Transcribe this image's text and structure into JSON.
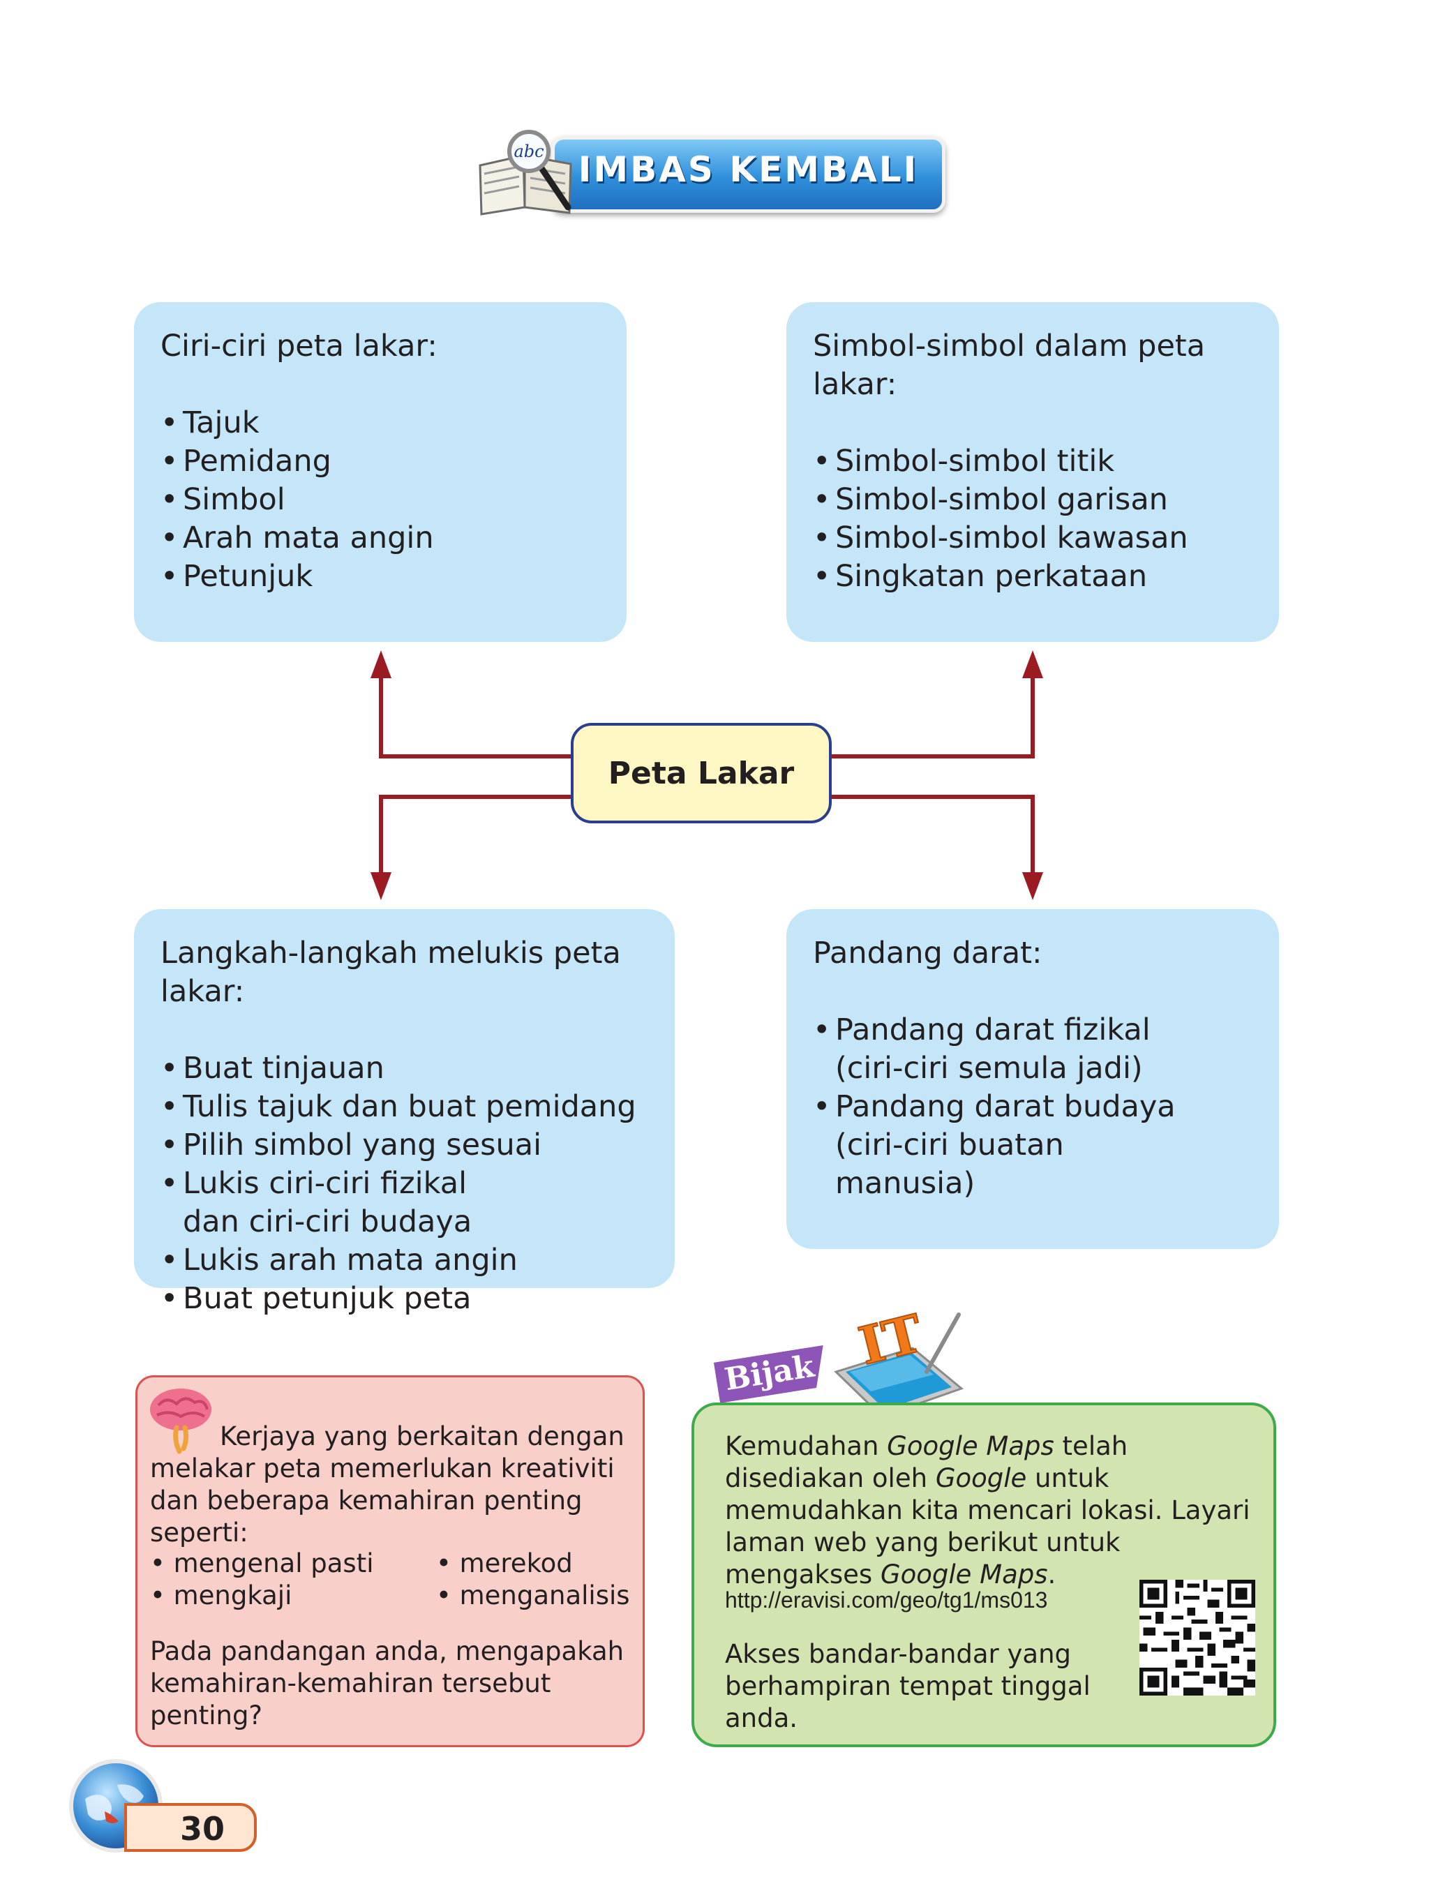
{
  "header": {
    "title": "IMBAS KEMBALI",
    "book_icon_text": "abc"
  },
  "diagram": {
    "center": "Peta Lakar",
    "boxes": {
      "ciri": {
        "title": "Ciri-ciri peta lakar:",
        "items": [
          "Tajuk",
          "Pemidang",
          "Simbol",
          "Arah mata angin",
          "Petunjuk"
        ]
      },
      "simbol": {
        "title": "Simbol-simbol dalam peta lakar:",
        "items": [
          "Simbol-simbol titik",
          "Simbol-simbol garisan",
          "Simbol-simbol kawasan",
          "Singkatan perkataan"
        ]
      },
      "langkah": {
        "title": "Langkah-langkah melukis peta lakar:",
        "items": [
          "Buat tinjauan",
          "Tulis tajuk dan buat pemidang",
          "Pilih simbol yang sesuai",
          "Lukis ciri-ciri fizikal dan ciri-ciri budaya",
          "Lukis arah mata angin",
          "Buat petunjuk peta"
        ]
      },
      "pandang": {
        "title": "Pandang darat:",
        "items": [
          "Pandang darat fizikal (ciri-ciri semula jadi)",
          "Pandang darat budaya (ciri-ciri buatan manusia)"
        ]
      }
    },
    "colors": {
      "box_fill": "#c5e6f8",
      "center_fill": "#fff8c5",
      "arrow": "#9b1b22"
    }
  },
  "kerjaya": {
    "intro": "Kerjaya yang berkaitan dengan melakar peta memerlukan kreativiti dan beberapa kemahiran penting seperti:",
    "skills": [
      "mengenal pasti",
      "merekod",
      "mengkaji",
      "menganalisis"
    ],
    "question": "Pada pandangan anda, mengapakah kemahiran-kemahiran tersebut penting?"
  },
  "bijak_it": {
    "label": "Bijak",
    "icon_text": "IT",
    "text_parts": [
      "Kemudahan ",
      "Google Maps",
      " telah disediakan oleh ",
      "Google",
      " untuk memudahkan kita mencari lokasi. Layari laman web yang berikut untuk mengakses ",
      "Google Maps",
      "."
    ],
    "url": "http://eravisi.com/geo/tg1/ms013",
    "task": "Akses bandar-bandar yang berhampiran tempat tinggal anda."
  },
  "footer": {
    "page_number": "30"
  }
}
